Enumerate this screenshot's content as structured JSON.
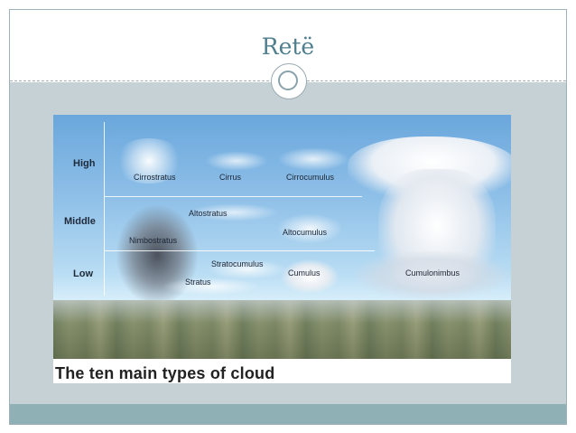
{
  "slide": {
    "title": "Retë"
  },
  "figure": {
    "caption": "The ten main types of cloud",
    "levels": {
      "high": "High",
      "middle": "Middle",
      "low": "Low"
    },
    "clouds": {
      "cirrostratus": "Cirrostratus",
      "cirrus": "Cirrus",
      "cirrocumulus": "Cirrocumulus",
      "altostratus": "Altostratus",
      "altocumulus": "Altocumulus",
      "nimbostratus": "Nimbostratus",
      "stratocumulus": "Stratocumulus",
      "cumulus": "Cumulus",
      "stratus": "Stratus",
      "cumulonimbus": "Cumulonimbus"
    }
  }
}
